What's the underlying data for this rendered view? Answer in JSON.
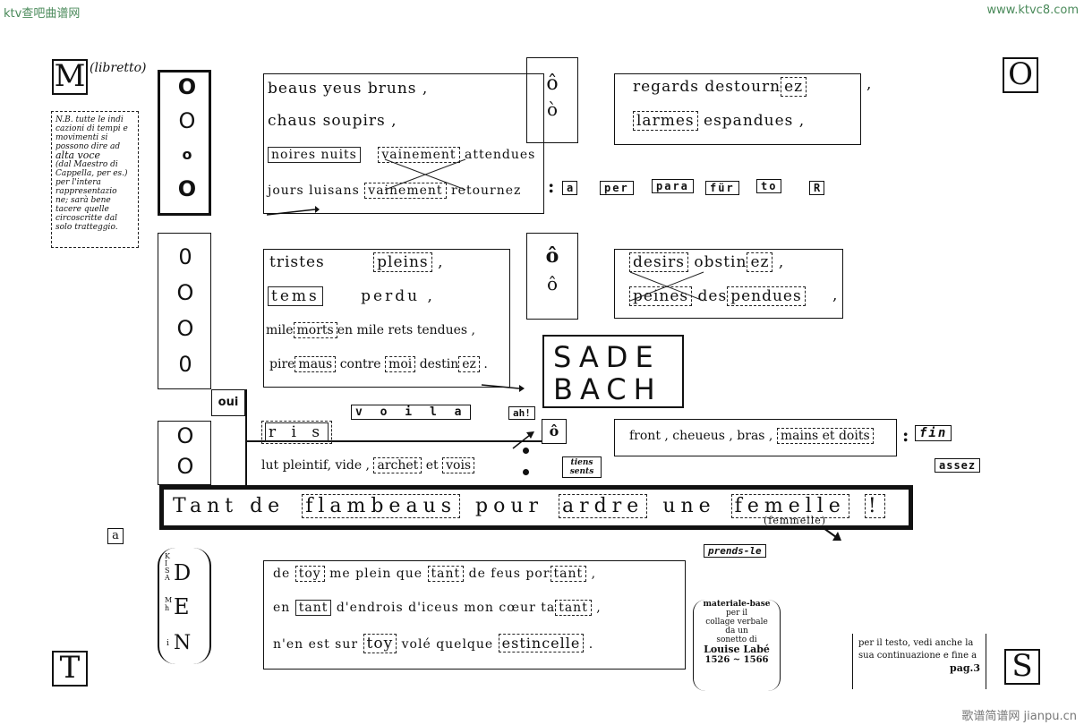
{
  "watermark": {
    "left": "ktv查吧曲谱网",
    "right": "www.ktvc8.com",
    "bottom": "歌谱简谱网 jianpu.cn"
  },
  "corner_letters": {
    "m": "M",
    "o": "O",
    "t": "T",
    "s": "S"
  },
  "libretto_label": "(libretto)",
  "nb_note": [
    "N.B. tutte le indi",
    "cazioni di tempi e",
    "movimenti si",
    "possono dire ad",
    "alta voce",
    "(dal Maestro di",
    "Cappella, per es.)",
    "per l'intera",
    "rappresentazio",
    "ne; sarà bene",
    "tacere quelle",
    "circoscritte dal",
    "solo tratteggio."
  ],
  "col1_upper": [
    "O",
    "O",
    "o",
    "O"
  ],
  "col1_mid": [
    "0",
    "O",
    "O",
    "0"
  ],
  "col1_low": [
    "O",
    "O"
  ],
  "oui": "oui",
  "stanza1": {
    "l1": "beaus yeus bruns ,",
    "l2": "chaus soupirs ,",
    "l3a": "noires nuits",
    "l3b": "vainement",
    "l3c": "attendues",
    "l4a": "jours luisans",
    "l4b": "vainement",
    "l4c": "retournez"
  },
  "hat1": {
    "a": "ô",
    "b": "ò"
  },
  "stanza2": {
    "l1a": "regards destourn",
    "l1b": "ez",
    "l1c": ",",
    "l2a": "larmes",
    "l2b": "espandues ,"
  },
  "par_row": {
    "colon": ":",
    "items": [
      "a",
      "per",
      "para",
      "für",
      "to",
      "R"
    ]
  },
  "stanza3": {
    "l1a": "tristes",
    "l1b": "pleins",
    "l1c": ",",
    "l2a": "tems",
    "l2b": "perdu ,",
    "l3a": "mile",
    "l3b": "morts",
    "l3c": "en mile rets tendues ,",
    "l4a": "pire",
    "l4b": "maus",
    "l4c": "contre",
    "l4d": "moi",
    "l4e": "destin",
    "l4f": "ez",
    "l4g": "."
  },
  "hat2": {
    "a": "ô",
    "b": "ô"
  },
  "stanza4": {
    "l1a": "desirs",
    "l1b": "obstin",
    "l1c": "ez",
    "l1d": ",",
    "l2a": "peines",
    "l2b": "des",
    "l2c": "pendues",
    "l2d": ","
  },
  "sade": {
    "top": "SADE",
    "bottom": "BACH"
  },
  "voila": "v o i l a",
  "ah": "ah!",
  "ris": "r i s",
  "lut": {
    "a": "lut pleintif, vide ,",
    "b": "archet",
    "c": "et",
    "d": "vois"
  },
  "hat3": "ô",
  "tiens": "tiens sents",
  "front": {
    "a": "front , cheueus , bras ,",
    "b": "mains et doits",
    "colon": ":",
    "fin": "fin"
  },
  "assez": "assez",
  "tant": {
    "w1": "Tant de",
    "w2": "flambeaus",
    "w3": "pour",
    "w4": "ardre",
    "w5": "une",
    "w6": "femelle",
    "w7": "!",
    "sub": "(femmelle)"
  },
  "small_a": "a",
  "prends": "prends-le",
  "dien": {
    "d_prefix": "K I S A",
    "d": "D",
    "e_prefix": "M h",
    "e": "E",
    "n_prefix": "i",
    "n": "N"
  },
  "stanza5": {
    "l1a": "de",
    "l1b": "toy",
    "l1c": "me plein que",
    "l1d": "tant",
    "l1e": "de feus por",
    "l1f": "tant",
    "l1g": ",",
    "l2a": "en",
    "l2b": "tant",
    "l2c": "d'endrois d'iceus mon cœur ta",
    "l2d": "tant",
    "l2e": ",",
    "l3a": "n'en est sur",
    "l3b": "toy",
    "l3c": "volé quelque",
    "l3d": "estincelle",
    "l3e": "."
  },
  "materiale": [
    "materiale-base",
    "per il",
    "collage verbale",
    "da un",
    "sonetto di",
    "Louise Labé",
    "1526 ~ 1566"
  ],
  "per_testo": [
    "per il testo, vedi anche la",
    "sua continuazione e fine a",
    "pag.3"
  ]
}
